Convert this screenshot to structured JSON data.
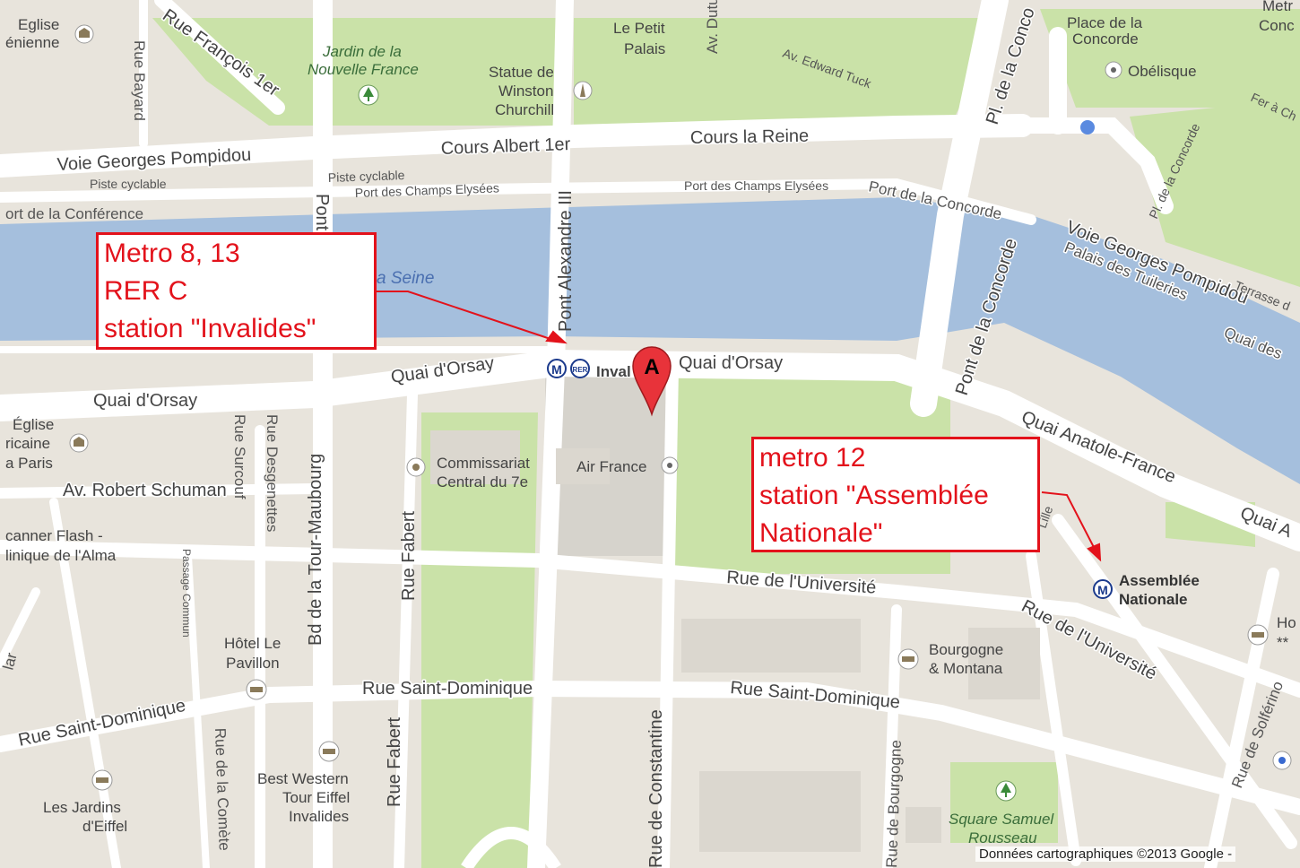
{
  "labels": {
    "eglise_top": "Eglise",
    "enienne": "énienne",
    "rue_bayard": "Rue Bayard",
    "rue_francois": "Rue François 1er",
    "jardin": "Jardin de la",
    "nouvelle_france": "Nouvelle France",
    "statue_de": "Statue de",
    "winston": "Winston",
    "churchill": "Churchill",
    "le_petit": "Le Petit",
    "palais": "Palais",
    "av_dutuit": "Av. Dutui",
    "av_edward": "Av. Edward Tuck",
    "place_concorde_1": "Place de la",
    "place_concorde_2": "Concorde",
    "obelisque": "Obélisque",
    "metr": "Metr",
    "conc": "Conc",
    "fer_a": "Fer à Ch",
    "pl_concorde_v": "Pl. de la Conco",
    "pl_concorde_small": "Pl. de la Concorde",
    "voie_pompidou": "Voie Georges Pompidou",
    "piste_cyclable_1": "Piste cyclable",
    "piste_cyclable_2": "Piste cyclable",
    "cours_albert": "Cours Albert 1er",
    "cours_reine": "Cours la Reine",
    "port_champs_1": "Port des Champs Elysées",
    "port_champs_2": "Port des Champs Elysées",
    "port_concorde": "Port de la Concorde",
    "port_conference": "ort de la Conférence",
    "pont": "Pont",
    "pont_alexandre": "Pont Alexandre III",
    "la_seine": "a Seine",
    "voie_pompidou_2": "Voie Georges Pompidou",
    "palais_tuileries": "Palais des Tuileries",
    "terrasse": "Terrasse d",
    "quai_des": "Quai des",
    "pont_concorde": "Pont de la Concorde",
    "quai_orsay_1": "Quai d'Orsay",
    "quai_orsay_2": "Quai d'Orsay",
    "quai_orsay_3": "Quai d'Orsay",
    "invalides_short": "Inval",
    "quai_anatole": "Quai Anatole-France",
    "quai_a": "Quai A",
    "eglise_2": "Église",
    "ricaine": "ricaine",
    "a_paris": "a Paris",
    "av_robert": "Av. Robert Schuman",
    "rue_surcouf": "Rue Surcouf",
    "rue_desgenettes": "Rue Desgenettes",
    "bd_tour": "Bd de la Tour-Maubourg",
    "commissariat_1": "Commissariat",
    "commissariat_2": "Central du 7e",
    "air_france": "Air France",
    "rue_fabert_1": "Rue Fabert",
    "rue_fabert_2": "Rue Fabert",
    "scanner_1": "canner Flash -",
    "scanner_2": "linique de l'Alma",
    "passage": "Passage Commun",
    "hotel_1": "Hôtel Le",
    "hotel_2": "Pavillon",
    "rue_universite_1": "Rue de l'Université",
    "rue_universite_2": "Rue de l'Université",
    "assemblee_1": "Assemblée",
    "assemblee_2": "Nationale",
    "rue_lille": "Lille",
    "bourgogne_1": "Bourgogne",
    "bourgogne_2": "& Montana",
    "rue_bourgogne": "Rue de Bourgogne",
    "rue_st_dom_1": "Rue Saint-Dominique",
    "rue_st_dom_2": "Rue Saint-Dominique",
    "rue_st_dom_3": "Rue Saint-Dominique",
    "rue_comete": "Rue de la Comète",
    "best_western_1": "Best Western",
    "best_western_2": "Tour Eiffel",
    "best_western_3": "Invalides",
    "jardins_eiffel_1": "Les Jardins",
    "jardins_eiffel_2": "d'Eiffel",
    "rue_constantine": "Rue de Constantine",
    "square_1": "Square Samuel",
    "square_2": "Rousseau",
    "rue_solferino": "Rue de Solférino",
    "ho": "Ho",
    "stars": "**",
    "lar": "lar"
  },
  "pins": {
    "marker_letter": "A",
    "metro_letter": "M",
    "rer_text": "RER"
  },
  "callouts": {
    "invalides": [
      "Metro 8, 13",
      "RER C",
      "station \"Invalides\""
    ],
    "assemblee": [
      "metro 12",
      "station \"Assemblée",
      "Nationale\""
    ]
  },
  "attribution": "Données cartographiques ©2013 Google -",
  "colors": {
    "water": "#a5bfdd",
    "park": "#cae2a8",
    "block": "#e8e4dc",
    "road": "#ffffff",
    "callout_red": "#e3121b",
    "marker_red": "#e8333a",
    "metro_blue": "#1b3a8c"
  }
}
